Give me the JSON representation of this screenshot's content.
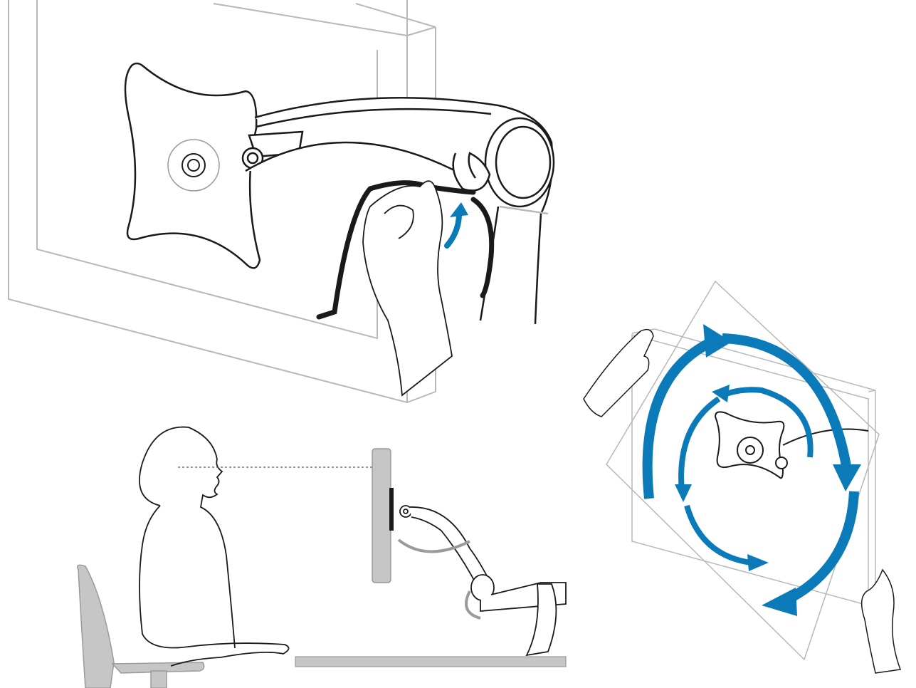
{
  "illustration": {
    "panels": [
      {
        "id": "cable-routing",
        "icon": "cable-clip-icon"
      },
      {
        "id": "ergonomic-viewing",
        "icon": "eye-level-line-icon"
      },
      {
        "id": "rotation",
        "icon": "rotate-arrows-icon"
      }
    ]
  },
  "colors": {
    "outline": "#1a1a1a",
    "light_outline": "#b8b8b8",
    "accent_arrow": "#0a7ab8",
    "grey_fill": "#c6c6c6",
    "cable": "#1a1a1a"
  }
}
